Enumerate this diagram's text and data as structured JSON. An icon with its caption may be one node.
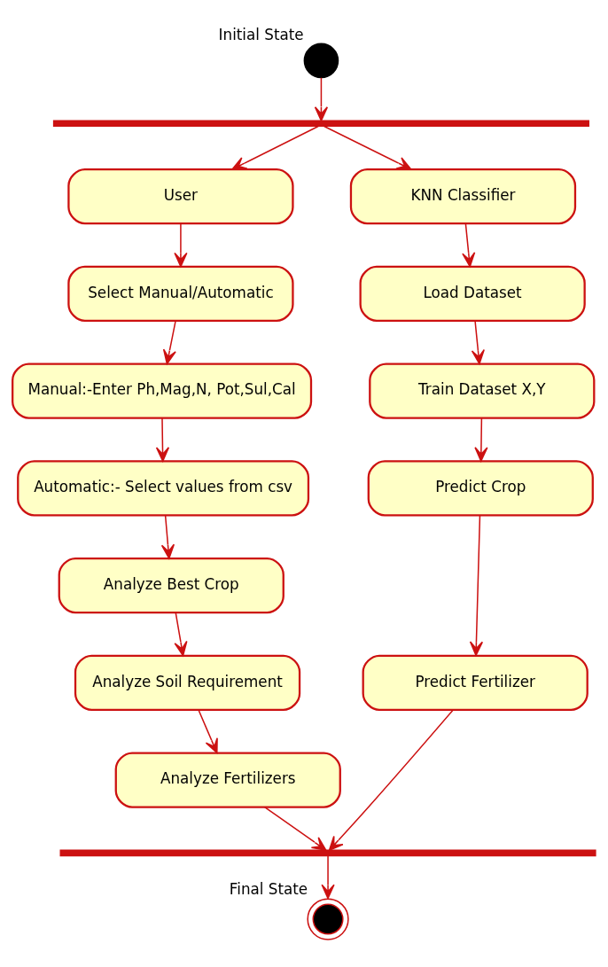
{
  "diagram": {
    "nodes": [
      {
        "text": [],
        "shape": "circle",
        "beside": [
          "Initial State"
        ]
      },
      {
        "text": [],
        "shape": "bar"
      },
      {
        "text": [
          "User"
        ]
      },
      {
        "text": [
          "Select Manual/Automatic"
        ]
      },
      {
        "text": [
          "Manual:-Enter Ph,Mag,N, Pot,Sul,Cal"
        ]
      },
      {
        "text": [
          "Automatic:- Select values from csv"
        ]
      },
      {
        "text": [
          "Analyze Best Crop"
        ]
      },
      {
        "text": [
          "Analyze Soil Requirement"
        ]
      },
      {
        "text": [
          "Analyze Fertilizers"
        ]
      },
      {
        "text": [
          "KNN Classifier"
        ]
      },
      {
        "text": [
          "Load Dataset"
        ]
      },
      {
        "text": [
          "Train Dataset X,Y"
        ]
      },
      {
        "text": [
          "Predict Crop"
        ]
      },
      {
        "text": [
          "Predict Fertilizer"
        ]
      },
      {
        "text": [],
        "shape": "bar"
      },
      {
        "text": [],
        "shape": "circle",
        "beside": [
          "Final State"
        ]
      }
    ],
    "edges": [
      {
        "from": 0,
        "to": 1,
        "arrow": "to"
      },
      {
        "from": 1,
        "to": 2,
        "arrow": "to"
      },
      {
        "from": 1,
        "to": 9,
        "arrow": "to"
      },
      {
        "from": 2,
        "to": 3,
        "arrow": "to"
      },
      {
        "from": 3,
        "to": 4,
        "arrow": "to"
      },
      {
        "from": 4,
        "to": 5,
        "arrow": "to"
      },
      {
        "from": 5,
        "to": 6,
        "arrow": "to"
      },
      {
        "from": 6,
        "to": 7,
        "arrow": "to"
      },
      {
        "from": 7,
        "to": 8,
        "arrow": "to"
      },
      {
        "from": 9,
        "to": 10,
        "arrow": "to"
      },
      {
        "from": 10,
        "to": 11,
        "arrow": "to"
      },
      {
        "from": 11,
        "to": 12,
        "arrow": "to"
      },
      {
        "from": 12,
        "to": 13,
        "arrow": "to"
      },
      {
        "from": 8,
        "to": 14,
        "arrow": "to"
      },
      {
        "from": 13,
        "to": 14,
        "arrow": "to"
      },
      {
        "from": 14,
        "to": 15,
        "arrow": "to"
      }
    ]
  }
}
